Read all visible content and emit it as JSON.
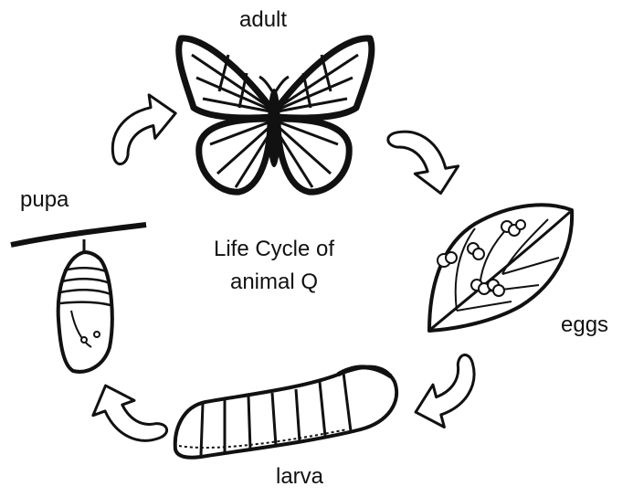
{
  "diagram": {
    "title_line1": "Life Cycle of",
    "title_line2": "animal Q",
    "stages": {
      "adult": "adult",
      "eggs": "eggs",
      "larva": "larva",
      "pupa": "pupa"
    }
  },
  "colors": {
    "ink": "#111111",
    "background": "#ffffff"
  }
}
